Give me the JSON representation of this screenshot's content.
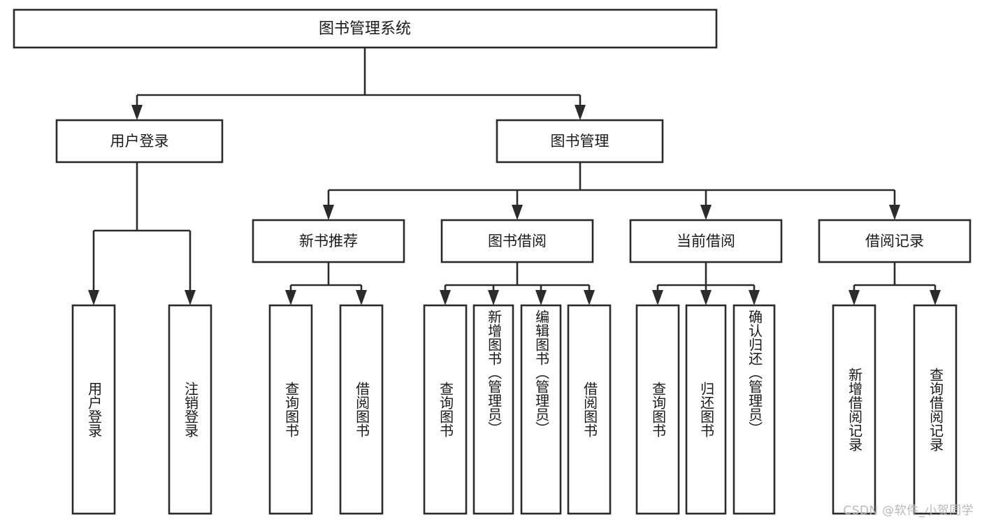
{
  "diagram": {
    "type": "tree",
    "title": "图书管理系统",
    "orientation": "top-down",
    "levels": 4,
    "colors": {
      "box_fill": "#ffffff",
      "box_stroke": "#2b2b2b",
      "connector": "#2b2b2b",
      "text": "#1a1a1a",
      "watermark": "#b9b9b9",
      "background": "#ffffff"
    }
  },
  "root": {
    "label": "图书管理系统"
  },
  "level2": [
    {
      "label": "用户登录"
    },
    {
      "label": "图书管理"
    }
  ],
  "level3": [
    {
      "label": "新书推荐"
    },
    {
      "label": "图书借阅"
    },
    {
      "label": "当前借阅"
    },
    {
      "label": "借阅记录"
    }
  ],
  "leaves": {
    "user_login": [
      {
        "label": "用户登录"
      },
      {
        "label": "注销登录"
      }
    ],
    "new_book_recommend": [
      {
        "label": "查询图书"
      },
      {
        "label": "借阅图书"
      }
    ],
    "book_borrow": [
      {
        "label": "查询图书"
      },
      {
        "label": "新增图书（管理员）"
      },
      {
        "label": "编辑图书（管理员）"
      },
      {
        "label": "借阅图书"
      }
    ],
    "current_borrow": [
      {
        "label": "查询图书"
      },
      {
        "label": "归还图书"
      },
      {
        "label": "确认归还（管理员）"
      }
    ],
    "borrow_record": [
      {
        "label": "新增借阅记录"
      },
      {
        "label": "查询借阅记录"
      }
    ]
  },
  "watermark": {
    "text": "CSDN @软件_小贺同学"
  }
}
